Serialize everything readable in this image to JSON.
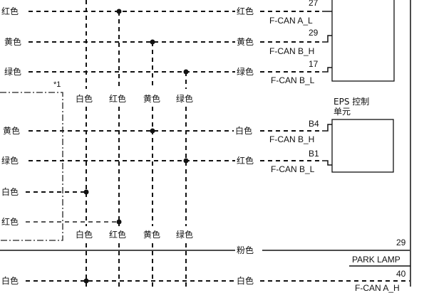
{
  "left_labels": {
    "row1": "红色",
    "row2": "黄色",
    "row3": "绿色",
    "row4": "黄色",
    "row5": "绿色",
    "row6": "白色",
    "row7": "红色",
    "row8": "白色"
  },
  "right_labels": {
    "row1": "红色",
    "row2": "黄色",
    "row3": "绿色",
    "row4": "白色",
    "row5": "红色",
    "row8": "白色",
    "pink": "粉色"
  },
  "column_labels_top": [
    "白色",
    "红色",
    "黄色",
    "绿色"
  ],
  "column_labels_bottom": [
    "白色",
    "红色",
    "黄色",
    "绿色"
  ],
  "footnote_marker": "*1",
  "connector_top": {
    "pins": [
      "27",
      "29",
      "17"
    ],
    "signals": [
      "F-CAN A_L",
      "F-CAN B_H",
      "F-CAN B_L"
    ]
  },
  "eps_unit": {
    "title_line1": "EPS 控制",
    "title_line2": "单元",
    "pins": [
      "B4",
      "B1"
    ],
    "signals": [
      "F-CAN B_H",
      "F-CAN B_L"
    ]
  },
  "park_lamp": {
    "pin_top": "29",
    "label": "PARK LAMP",
    "pin_bottom": "40",
    "partial_signal": "F-CAN A_H"
  }
}
